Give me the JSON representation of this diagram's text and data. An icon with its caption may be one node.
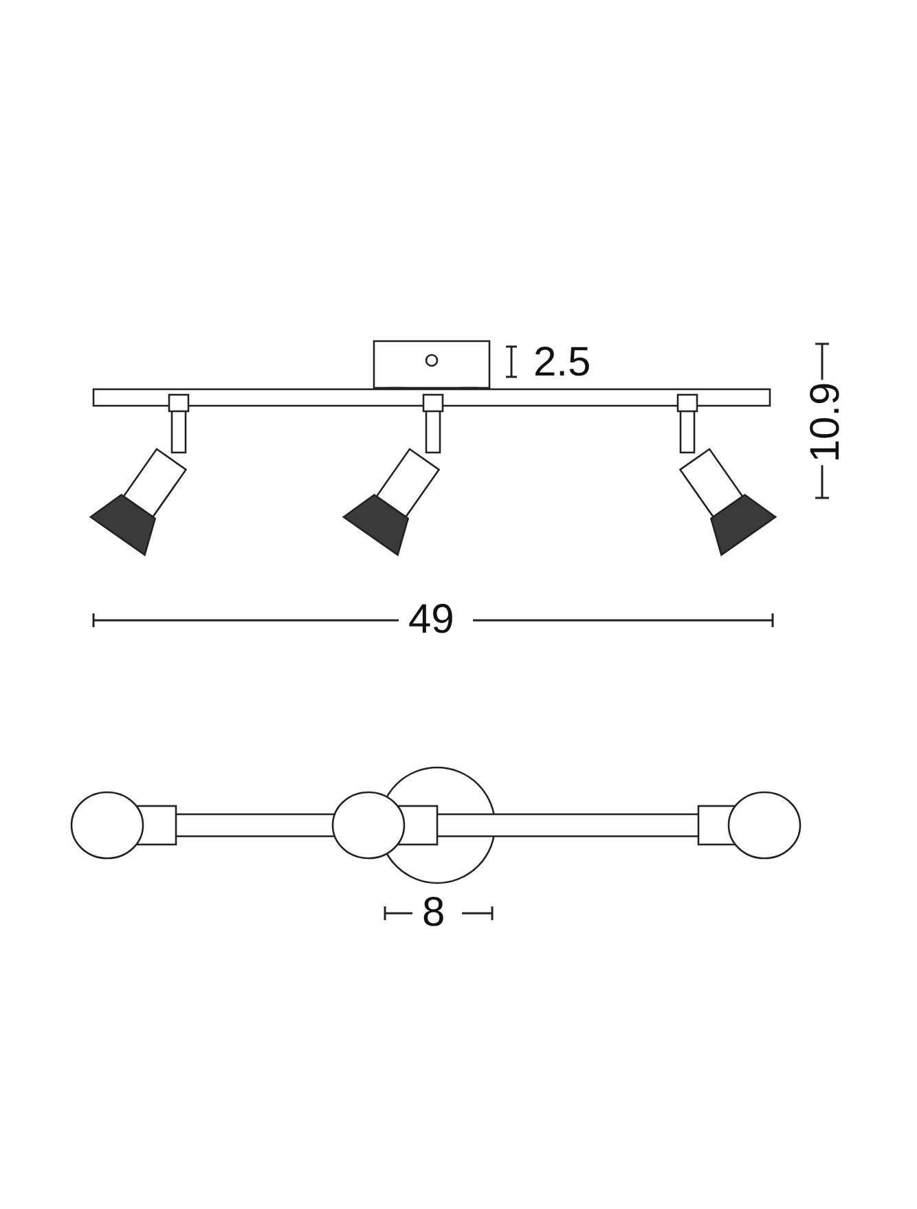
{
  "diagram": {
    "labels": [
      "2.5",
      "10.9",
      "49",
      "8"
    ]
  }
}
